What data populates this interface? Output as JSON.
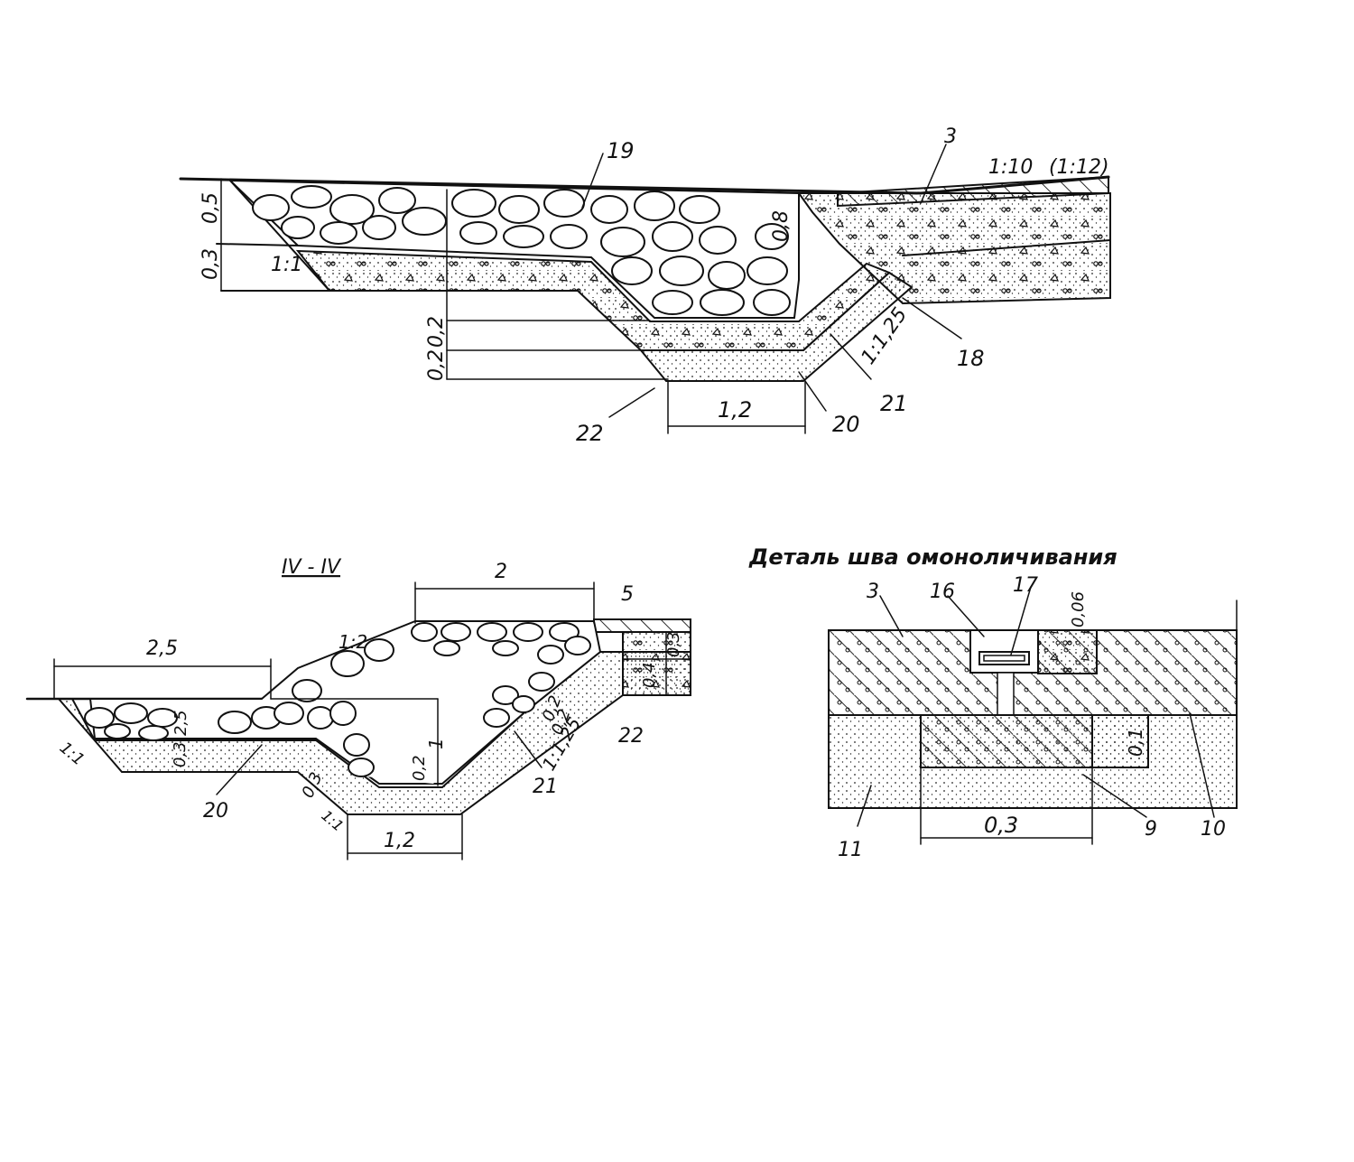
{
  "top_section": {
    "labels": {
      "l19": "19",
      "l3": "3",
      "slope_top": "1:10",
      "slope_top_alt": "(1:12)",
      "d05": "0,5",
      "d03": "0,3",
      "slope_11": "1:1",
      "d08": "0,8",
      "d02a": "0,2",
      "d02b": "0,2",
      "slope_1125": "1:1,25",
      "l18": "18",
      "l21": "21",
      "l20": "20",
      "l22": "22",
      "w12": "1,2"
    }
  },
  "section_iv": {
    "title": "IV - IV",
    "labels": {
      "w25": "2,5",
      "w2": "2",
      "slope_12": "1:2",
      "l5": "5",
      "d03r": "0,3",
      "d04r": "0,4",
      "l22": "22",
      "d25": "2,5",
      "d1": "1",
      "d02a": "0,2",
      "d02b": "0,2",
      "d02c": "0,2",
      "slope_1125": "1:1,25",
      "l21": "21",
      "d03a": "0,3",
      "d03b": "0,3",
      "slope_11a": "1:1",
      "slope_11b": "1:1",
      "l20": "20",
      "w12": "1,2"
    }
  },
  "detail": {
    "title": "Деталь шва омоноличивания",
    "labels": {
      "l3": "3",
      "l16": "16",
      "l17": "17",
      "d006": "0,06",
      "d01": "0,1",
      "w03": "0,3",
      "l11": "11",
      "l9": "9",
      "l10": "10"
    }
  },
  "colors": {
    "ink": "#111111",
    "paper": "#ffffff"
  }
}
